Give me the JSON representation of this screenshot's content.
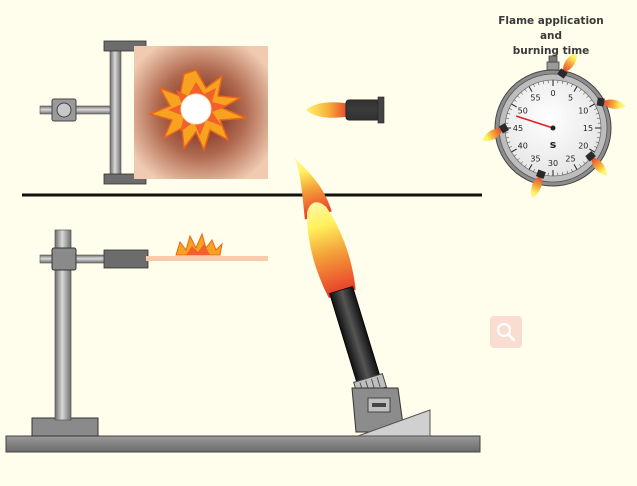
{
  "timer": {
    "title_line1": "Flame application and",
    "title_line2": "burning time",
    "unit": "s",
    "scale_labels": [
      "0",
      "5",
      "10",
      "15",
      "20",
      "25",
      "30",
      "35",
      "40",
      "45",
      "50",
      "55"
    ],
    "hand_seconds": 48
  },
  "zoom_button": {
    "icon": "magnifier-icon"
  },
  "colors": {
    "background": "#FFFDEB",
    "stand_metal": "#8f8f8f",
    "flame_outer": "#FFF25C",
    "flame_inner": "#F2602B",
    "strip": "#F9CBAA",
    "hand": "#E02020"
  }
}
